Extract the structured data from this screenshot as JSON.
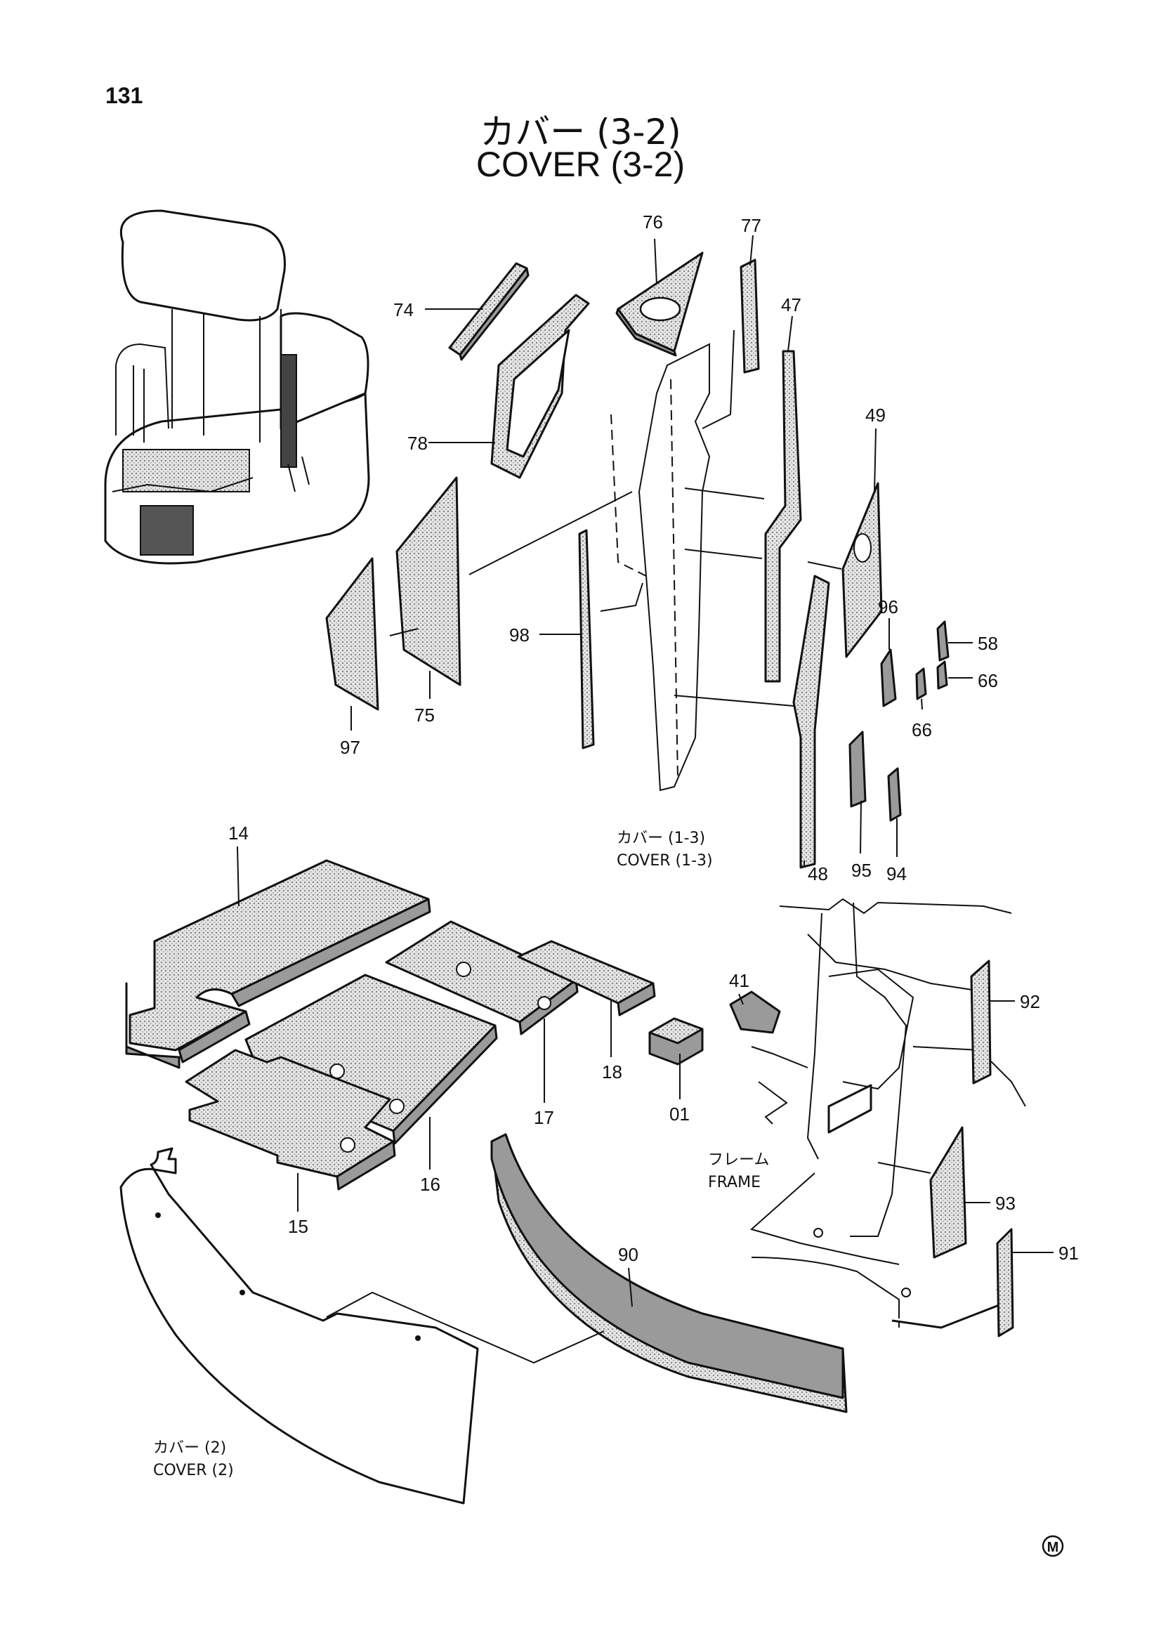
{
  "header": {
    "page_number": "131",
    "title_jp": "カバー (3-2)",
    "title_en": "COVER (3-2)"
  },
  "callouts": {
    "c01": "01",
    "c14": "14",
    "c15": "15",
    "c16": "16",
    "c17": "17",
    "c18": "18",
    "c41": "41",
    "c47": "47",
    "c48": "48",
    "c49": "49",
    "c58": "58",
    "c66a": "66",
    "c66b": "66",
    "c74": "74",
    "c75": "75",
    "c76": "76",
    "c77": "77",
    "c78": "78",
    "c90": "90",
    "c91": "91",
    "c92": "92",
    "c93": "93",
    "c94": "94",
    "c95": "95",
    "c96": "96",
    "c97": "97",
    "c98": "98"
  },
  "references": {
    "cover_1_3_jp": "カバー (1-3)",
    "cover_1_3_en": "COVER (1-3)",
    "frame_jp": "フレーム",
    "frame_en": "FRAME",
    "cover_2_jp": "カバー (2)",
    "cover_2_en": "COVER (2)"
  },
  "footer": {
    "mark": "M"
  }
}
